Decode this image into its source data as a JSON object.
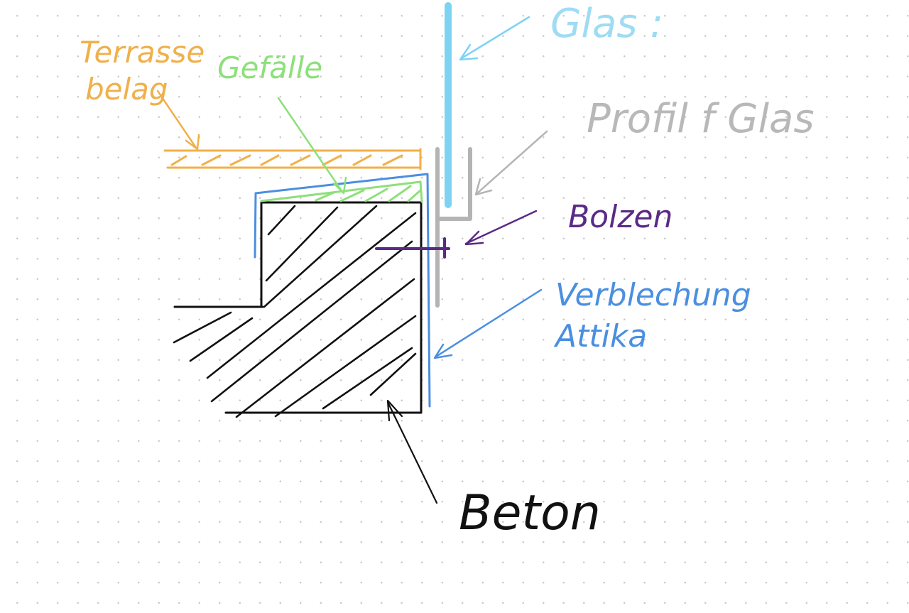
{
  "labels": {
    "glas": "Glas :",
    "profil": "Profil f Glas",
    "terrasse_line1": "Terrasse",
    "terrasse_line2": "belag",
    "gefaelle": "Gefälle",
    "bolzen": "Bolzen",
    "verblechung_line1": "Verblechung",
    "verblechung_line2": "Attika",
    "beton": "Beton"
  },
  "colors": {
    "glass": "#7fd3f2",
    "profile": "#b4b4b4",
    "deck": "#f0b04a",
    "slope": "#8de07a",
    "bolt": "#5a2a86",
    "flashing": "#4a8fe0",
    "concrete": "#111111",
    "grid_dots": "#c9c9c9"
  }
}
